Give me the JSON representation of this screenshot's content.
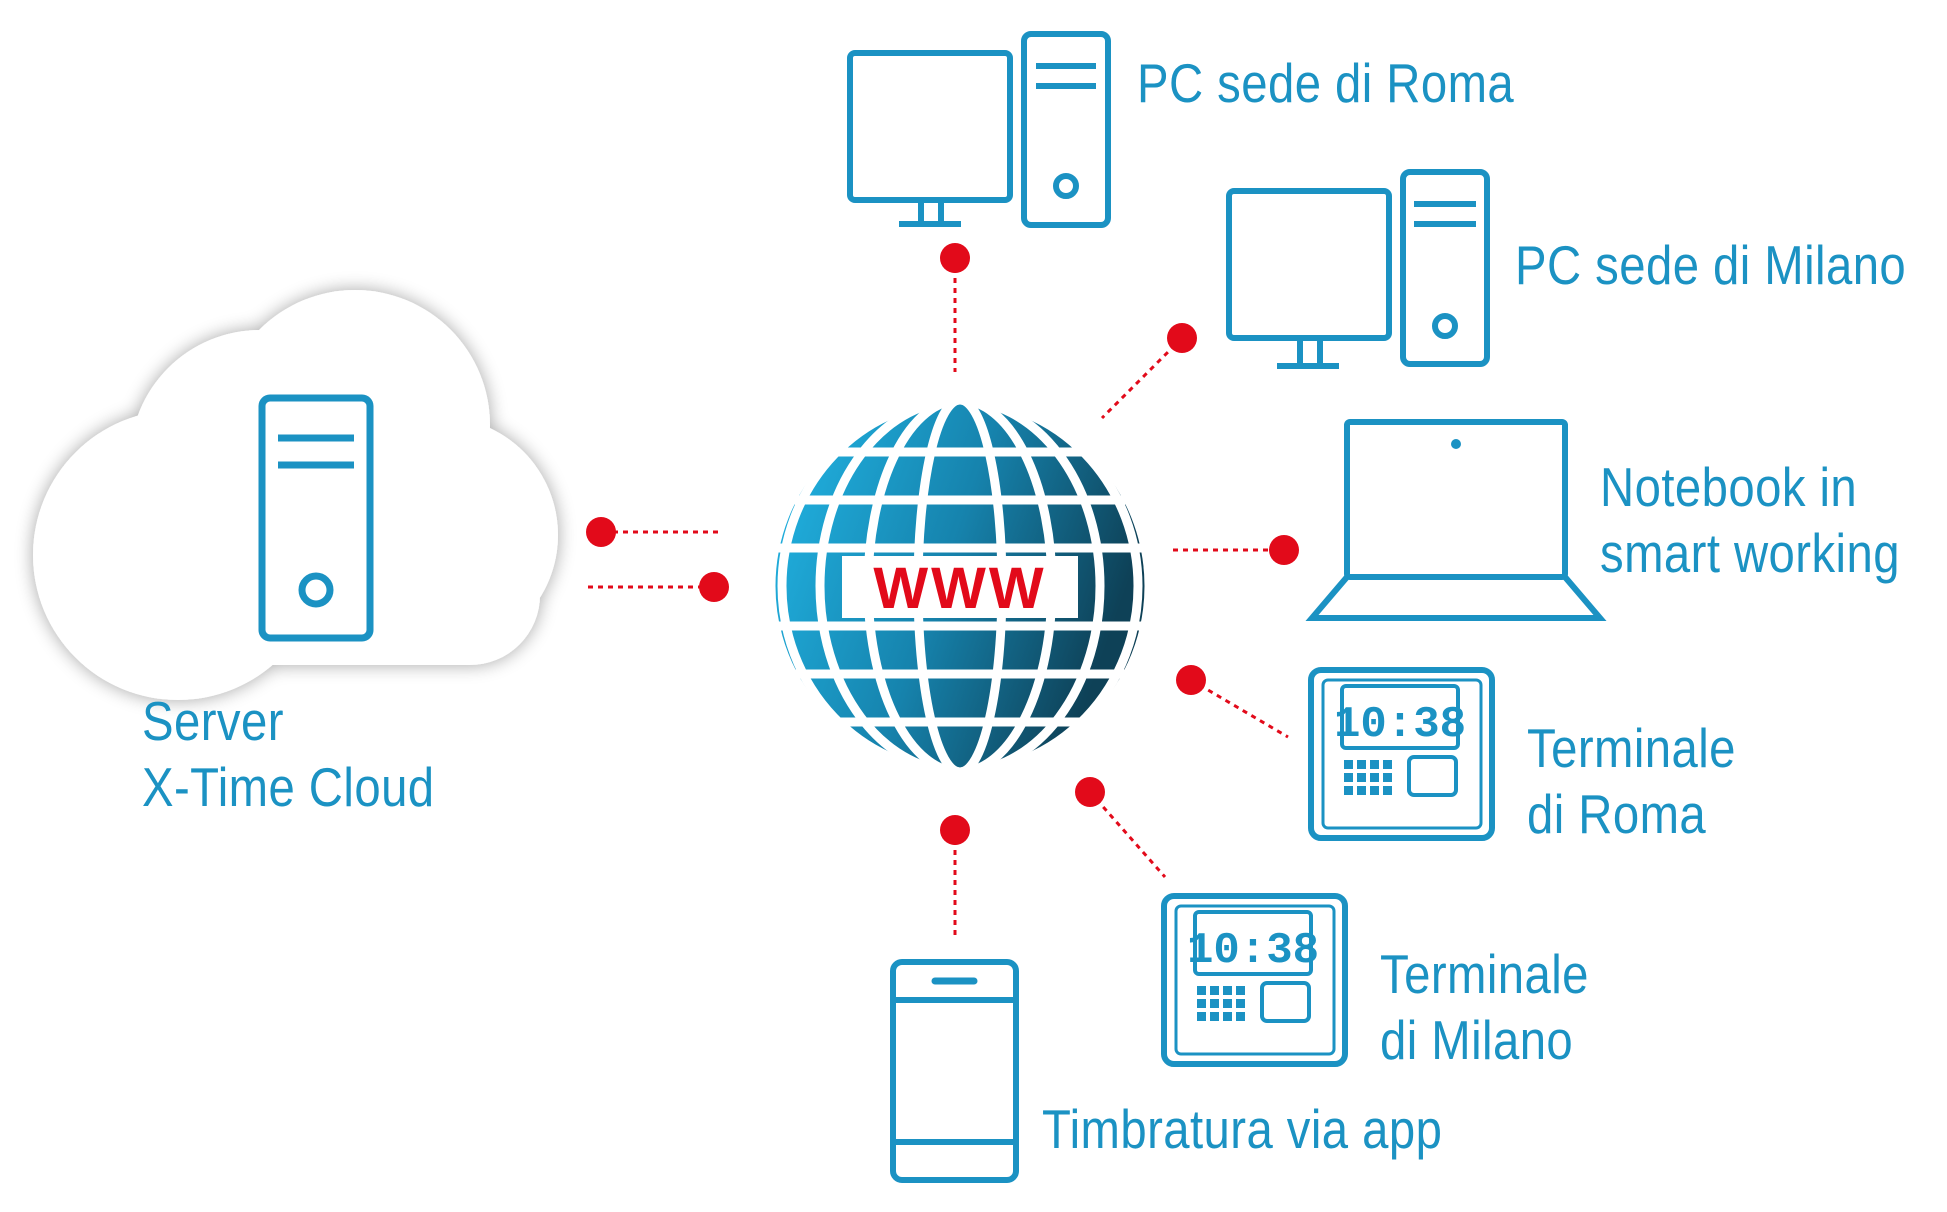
{
  "colors": {
    "icon": "#1b92c3",
    "connector": "#e20a1a",
    "globe_light": "#1fb4e4",
    "globe_dark": "#0f4a63",
    "www_text": "#e20a1a"
  },
  "server": {
    "label_line1": "Server",
    "label_line2": "X-Time Cloud",
    "icon": "server-tower-icon"
  },
  "globe": {
    "text": "WWW",
    "icon": "globe-icon"
  },
  "devices": {
    "pc_roma": {
      "label": "PC sede di Roma",
      "icon": "desktop-pc-icon"
    },
    "pc_milano": {
      "label": "PC sede di Milano",
      "icon": "desktop-pc-icon"
    },
    "notebook": {
      "label_line1": "Notebook in",
      "label_line2": "smart working",
      "icon": "laptop-icon"
    },
    "terminal_roma": {
      "label_line1": "Terminale",
      "label_line2": "di Roma",
      "display": "10:38",
      "icon": "time-clock-terminal-icon"
    },
    "terminal_milano": {
      "label_line1": "Terminale",
      "label_line2": "di Milano",
      "display": "10:38",
      "icon": "time-clock-terminal-icon"
    },
    "app": {
      "label": "Timbratura via app",
      "icon": "smartphone-icon"
    }
  }
}
